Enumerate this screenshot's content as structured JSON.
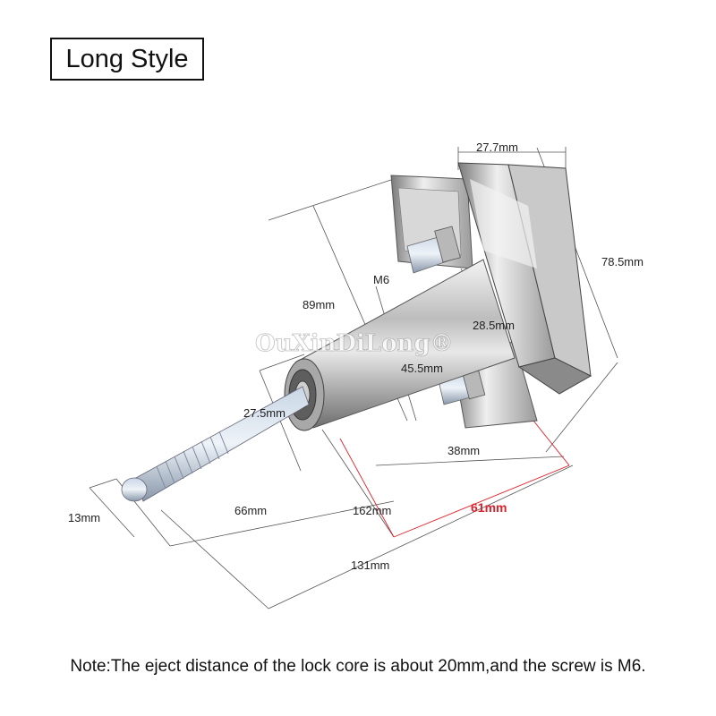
{
  "title": "Long Style",
  "note": "Note:The eject distance of the lock core is about 20mm,and the screw is M6.",
  "watermark": "OuXinDiLong®",
  "dimensions": {
    "top_width": "27.7mm",
    "height": "78.5mm",
    "screw": "M6",
    "body_length": "89mm",
    "inner_width": "28.5mm",
    "core_depth": "45.5mm",
    "shaft_diameter": "27.5mm",
    "plate_depth": "38mm",
    "tip_diameter": "13mm",
    "thread_length": "66mm",
    "total_length": "162mm",
    "highlight_length": "61mm",
    "overall_length": "131mm"
  },
  "colors": {
    "highlight": "#e0202a",
    "dim_line": "#555555"
  }
}
